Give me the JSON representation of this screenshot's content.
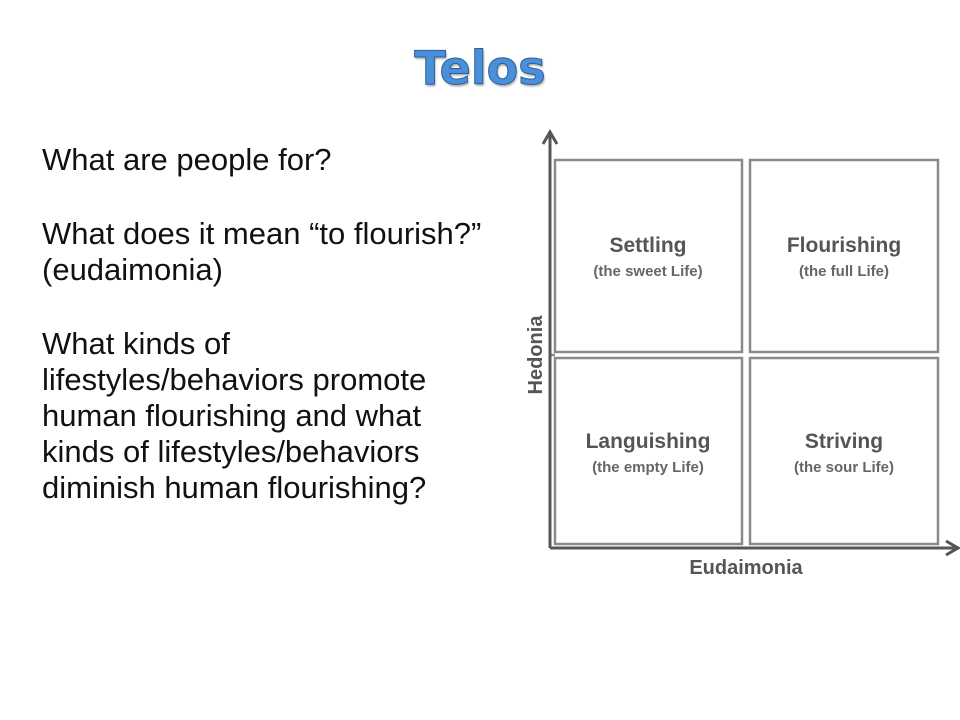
{
  "slide": {
    "title": "Telos",
    "bullets": [
      "What are people for?",
      "What does it mean “to flourish?” (eudaimonia)",
      "What kinds of lifestyles/behaviors promote human flourishing and what kinds of lifestyles/behaviors diminish human flourishing?"
    ]
  },
  "diagram": {
    "x_axis_label": "Eudaimonia",
    "y_axis_label": "Hedonia",
    "quadrants": {
      "top_left": {
        "label": "Settling",
        "sub": "(the sweet Life)"
      },
      "top_right": {
        "label": "Flourishing",
        "sub": "(the full Life)"
      },
      "bottom_left": {
        "label": "Languishing",
        "sub": "(the empty Life)"
      },
      "bottom_right": {
        "label": "Striving",
        "sub": "(the sour Life)"
      }
    },
    "colors": {
      "title": "#4a90d9",
      "axis": "#555555",
      "box_border": "#8a8a8a",
      "text": "#555555"
    }
  }
}
